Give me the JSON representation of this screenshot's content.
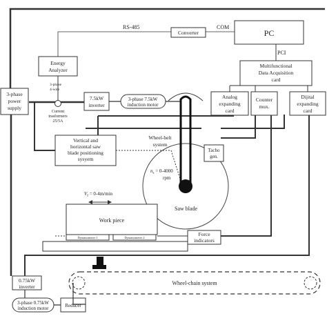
{
  "diagram": {
    "pc": "PC",
    "com": "COM",
    "rs485": "RS-485",
    "converter": "Converter",
    "pci": "PCI",
    "daq_card": [
      "Multifunctional",
      "Data Acquisition",
      "card"
    ],
    "analog_card": [
      "Analog",
      "expanding",
      "card"
    ],
    "counter": [
      "Counter",
      "mux."
    ],
    "dijital_card": [
      "Dijital",
      "expanding",
      "card"
    ],
    "energy_analyzer": [
      "Energy",
      "Analyzer"
    ],
    "wiring": [
      "3-phase",
      "4-wire"
    ],
    "current_transformers": [
      "Current",
      "trasformers",
      "25/5A"
    ],
    "power_supply": [
      "3-phase",
      "power",
      "supply"
    ],
    "inverter_75": [
      "7.5kW",
      "inverter"
    ],
    "motor_75": [
      "3-phase 7.5kW",
      "induction motor"
    ],
    "wheel_belt": [
      "Wheel-belt",
      "system"
    ],
    "tacho": [
      "Tacho",
      "gen."
    ],
    "positioning": [
      "Vertical and",
      "horizontal saw",
      "blade positioning",
      "sysyem"
    ],
    "rpm": [
      "n",
      "s",
      " = 0-4000",
      "rpm"
    ],
    "feed": [
      "V",
      "f",
      " = 0-4m/min"
    ],
    "saw_blade": "Saw blade",
    "work_piece": "Work piece",
    "dynamometer_1": "Dynamometer 1",
    "dynamometer_2": "Dynamometer 2",
    "force_indicators": [
      "Force",
      "indicators"
    ],
    "inverter_075": [
      "0.75kW",
      "inverter"
    ],
    "motor_075": [
      "3-phase 0.75kW",
      "induction motor"
    ],
    "reducer": "Reducer",
    "wheel_chain": "Wheel-chain system"
  }
}
